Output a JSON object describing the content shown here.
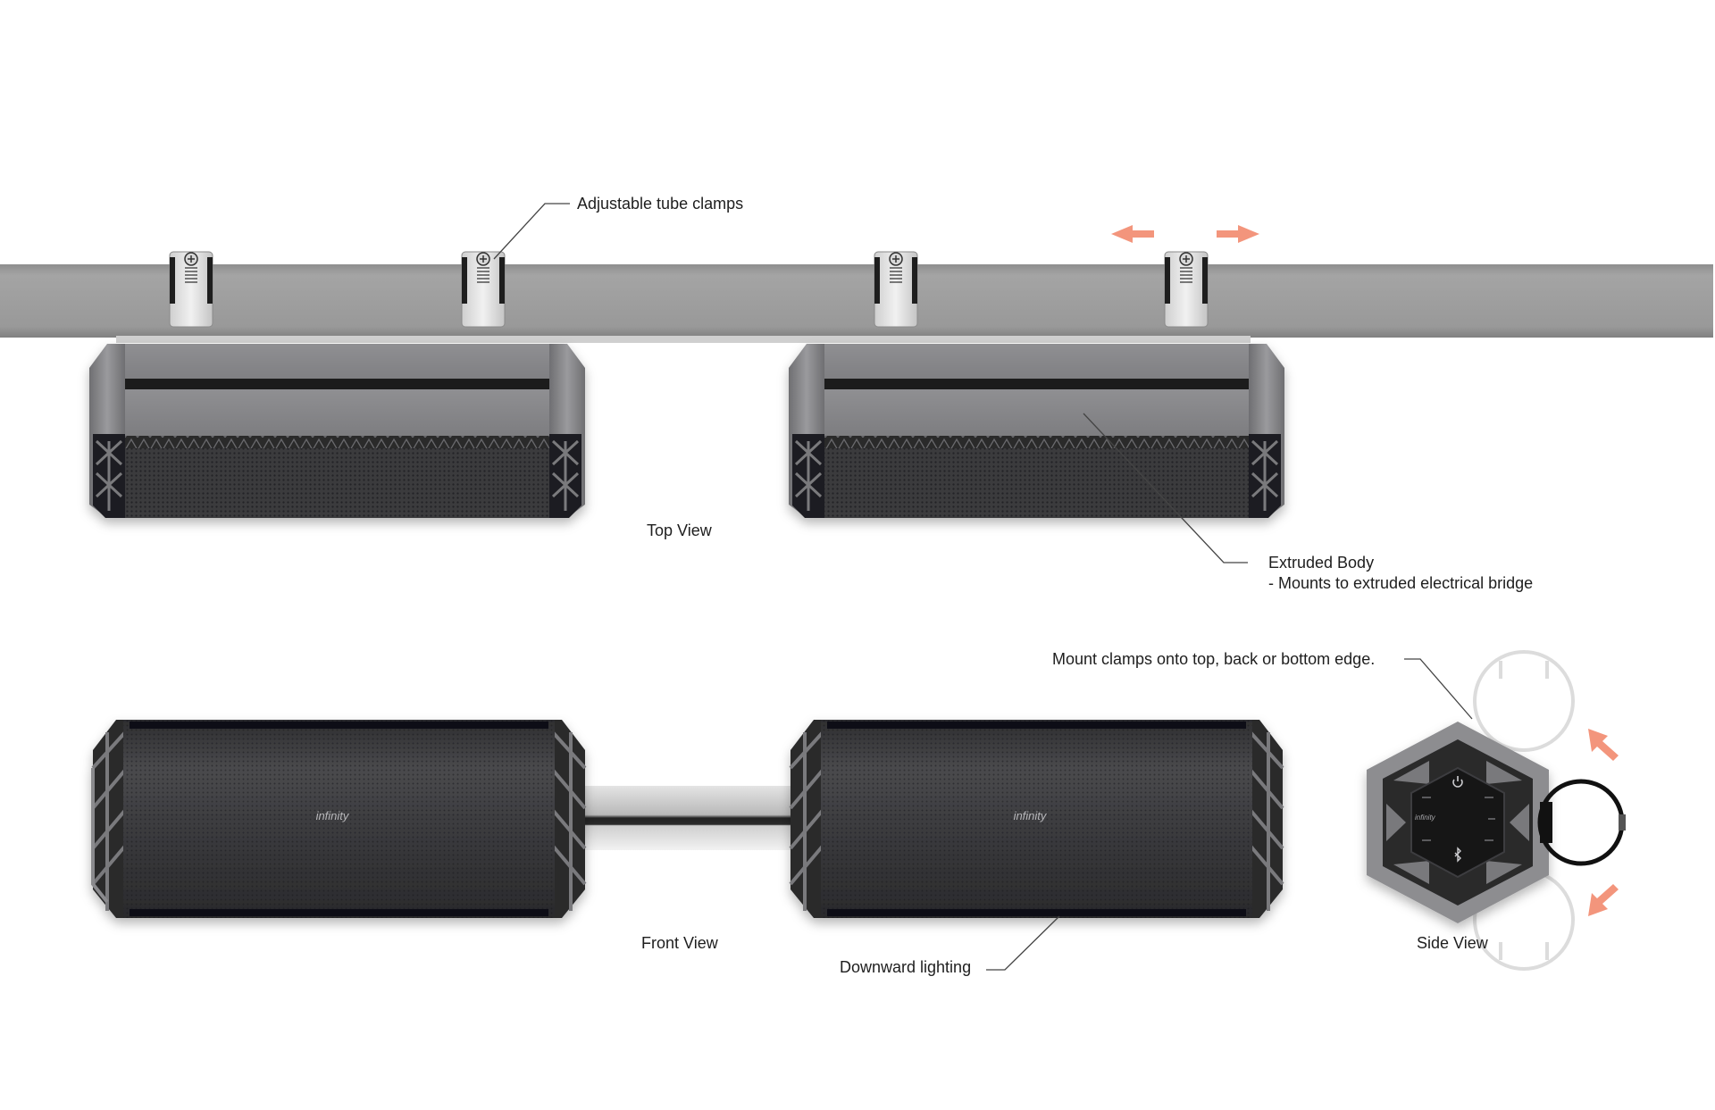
{
  "labels": {
    "tube_clamps": "Adjustable tube clamps",
    "top_view": "Top View",
    "extruded_body_title": "Extruded Body",
    "extruded_body_sub": "- Mounts to extruded electrical bridge",
    "mount_clamps": "Mount clamps onto top, back or bottom edge.",
    "front_view": "Front View",
    "downward_lighting": "Downward lighting",
    "side_view": "Side View"
  },
  "colors": {
    "tube": "#9a9a9a",
    "speaker_body": "#8a8a8c",
    "grille": "#3a3a3c",
    "dark_panel": "#1c1c1e",
    "arrow": "#f28a6e",
    "leader_line": "#444444"
  },
  "icons": [
    "move-left-right-arrows",
    "rotate-arrows",
    "power-icon",
    "bluetooth-icon",
    "clamp-screw-icon"
  ]
}
